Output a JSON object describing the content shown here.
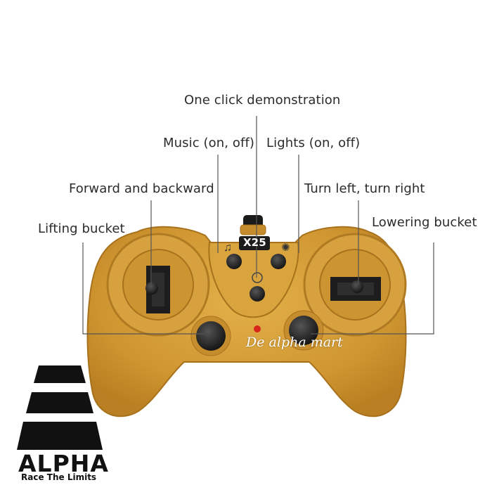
{
  "labels": {
    "demo": "One click demonstration",
    "music": "Music (on, off)",
    "lights": "Lights (on, off)",
    "forward": "Forward and backward",
    "turn": "Turn left, turn right",
    "lifting": "Lifting bucket",
    "lowering": "Lowering bucket"
  },
  "controller": {
    "model": "X25",
    "icons": [
      "music-note-icon",
      "light-bulb-icon",
      "speaker-icon"
    ]
  },
  "watermark": "De alpha mart",
  "brand": {
    "name": "ALPHA",
    "tagline": "Race The Limits"
  },
  "colors": {
    "controller_body": "#d19a35",
    "line": "#555555",
    "logo": "#111111"
  }
}
